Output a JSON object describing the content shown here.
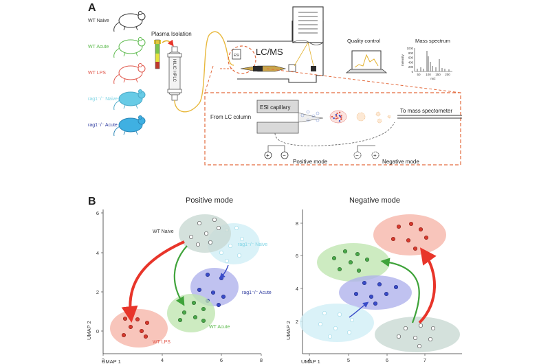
{
  "panel_a": {
    "letter": "A",
    "groups": [
      {
        "label": "WT Naive",
        "color": "#333333",
        "mouse_fill": "#ffffff",
        "mouse_stroke": "#333333"
      },
      {
        "label": "WT Acute",
        "color": "#5ab94a",
        "mouse_fill": "#ffffff",
        "mouse_stroke": "#5ab94a"
      },
      {
        "label": "WT LPS",
        "color": "#e0564a",
        "mouse_fill": "#ffffff",
        "mouse_stroke": "#e0564a"
      },
      {
        "label": "rag1⁻/⁻ Naive",
        "color": "#7fd4e4",
        "mouse_fill": "#67cbe6",
        "mouse_stroke": "#4aa9c8"
      },
      {
        "label": "rag1⁻/⁻ Acute",
        "color": "#2d3a9e",
        "mouse_fill": "#3fb0e2",
        "mouse_stroke": "#2a86b6"
      }
    ],
    "plasma_isolation": "Plasma Isolation",
    "column_label": "HILIC HPLC",
    "esi_tag": "ESI",
    "lcms_label": "LC/MS",
    "quality_control": "Quality control",
    "mass_spectrum": {
      "title": "Mass spectrum",
      "ylabel": "Intensity",
      "xlabel": "m/z",
      "yticks": [
        "1000",
        "800",
        "600",
        "400",
        "200",
        "0"
      ],
      "xticks": [
        "50",
        "100",
        "150",
        "200"
      ]
    },
    "inset": {
      "from_lc": "From LC column",
      "capillary": "ESI capillary",
      "to_ms": "To mass spectometer",
      "positive": "Positive mode",
      "negative": "Negative mode",
      "plus_sign": "+",
      "minus_sign": "−"
    }
  },
  "panel_b": {
    "letter": "B",
    "positive": {
      "title": "Positive mode",
      "xlabel": "UMAP 1",
      "ylabel": "UMAP 2",
      "xticks": [
        "2",
        "4",
        "6",
        "8"
      ],
      "yticks": [
        "0",
        "2",
        "4",
        "6"
      ],
      "labels": {
        "wt_naive": "WT Naive",
        "rag_naive": "rag1⁻/⁻ Naive",
        "rag_acute": "rag1⁻/⁻ Acute",
        "wt_acute": "WT Acute",
        "wt_lps": "WT LPS"
      }
    },
    "negative": {
      "title": "Negative mode",
      "xlabel": "UMAP 1",
      "ylabel": "UMAP 2",
      "xticks": [
        "4",
        "5",
        "6",
        "7"
      ],
      "yticks": [
        "2",
        "4",
        "6",
        "8"
      ]
    }
  },
  "colors": {
    "wt_naive_fill": "#c8d8d2",
    "rag_naive_fill": "#cfeef6",
    "rag_acute_fill": "#aeb1ec",
    "wt_acute_fill": "#bfe6b0",
    "wt_lps_fill": "#f6b5a8",
    "red_arrow": "#e8352a",
    "green_arrow": "#3fa33a",
    "blue_arrow": "#3a4cc8",
    "inset_border": "#e36a3d",
    "tubing": "#e8b83c"
  }
}
